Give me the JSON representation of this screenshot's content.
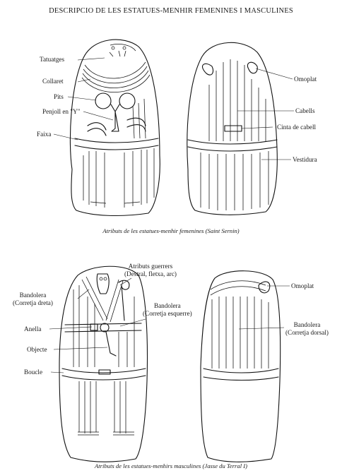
{
  "title": "DESCRIPCIO DE LES ESTATUES-MENHIR FEMENINES I MASCULINES",
  "female": {
    "caption": "Atributs de les estatues-menhir femenines (Saint Sernin)",
    "labels": {
      "tatuatges": "Tatuatges",
      "collaret": "Collaret",
      "pits": "Pits",
      "penjoll": "Penjoll en \"Y\"",
      "faixa": "Faixa",
      "omoplat": "Omoplat",
      "cabells": "Cabells",
      "cinta": "Cinta de cabell",
      "vestidura": "Vestidura"
    }
  },
  "male": {
    "caption": "Atributs de les estatues-menhirs masculines (Jasse du Terral I)",
    "labels": {
      "atributs": "Atributs guerrers\n(Destral, fletxa, arc)",
      "bandolera_dreta": "Bandolera\n(Corretja dreta)",
      "bandolera_esquerre": "Bandolera\n(Corretja esquerre)",
      "anella": "Anella",
      "objecte": "Objecte",
      "boucle": "Boucle",
      "omoplat": "Omoplat",
      "bandolera_dorsal": "Bandolera\n(Corretja dorsal)"
    }
  }
}
